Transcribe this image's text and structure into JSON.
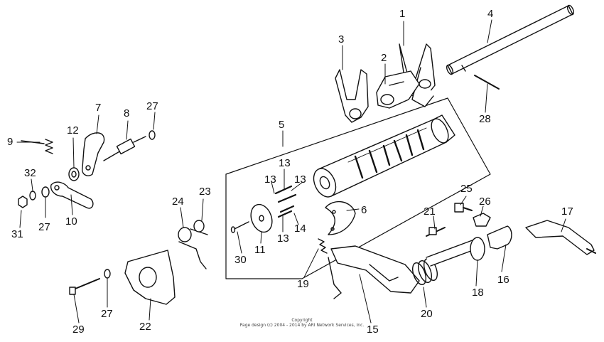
{
  "diagram": {
    "callouts": {
      "c1": "1",
      "c2": "2",
      "c3": "3",
      "c4": "4",
      "c5": "5",
      "c6": "6",
      "c7": "7",
      "c8": "8",
      "c9": "9",
      "c10": "10",
      "c11": "11",
      "c12": "12",
      "c13a": "13",
      "c13b": "13",
      "c13c": "13",
      "c13d": "13",
      "c14": "14",
      "c15": "15",
      "c16": "16",
      "c17": "17",
      "c18": "18",
      "c19": "19",
      "c20": "20",
      "c21": "21",
      "c22": "22",
      "c23": "23",
      "c24": "24",
      "c25": "25",
      "c26": "26",
      "c27a": "27",
      "c27b": "27",
      "c27c": "27",
      "c28": "28",
      "c29": "29",
      "c30": "30",
      "c31": "31",
      "c32": "32"
    },
    "copyright": {
      "line1": "Copyright",
      "line2": "Page design (c) 2004 - 2014 by ARI Network Services, Inc."
    },
    "colors": {
      "ink": "#111111",
      "background": "#ffffff"
    }
  }
}
